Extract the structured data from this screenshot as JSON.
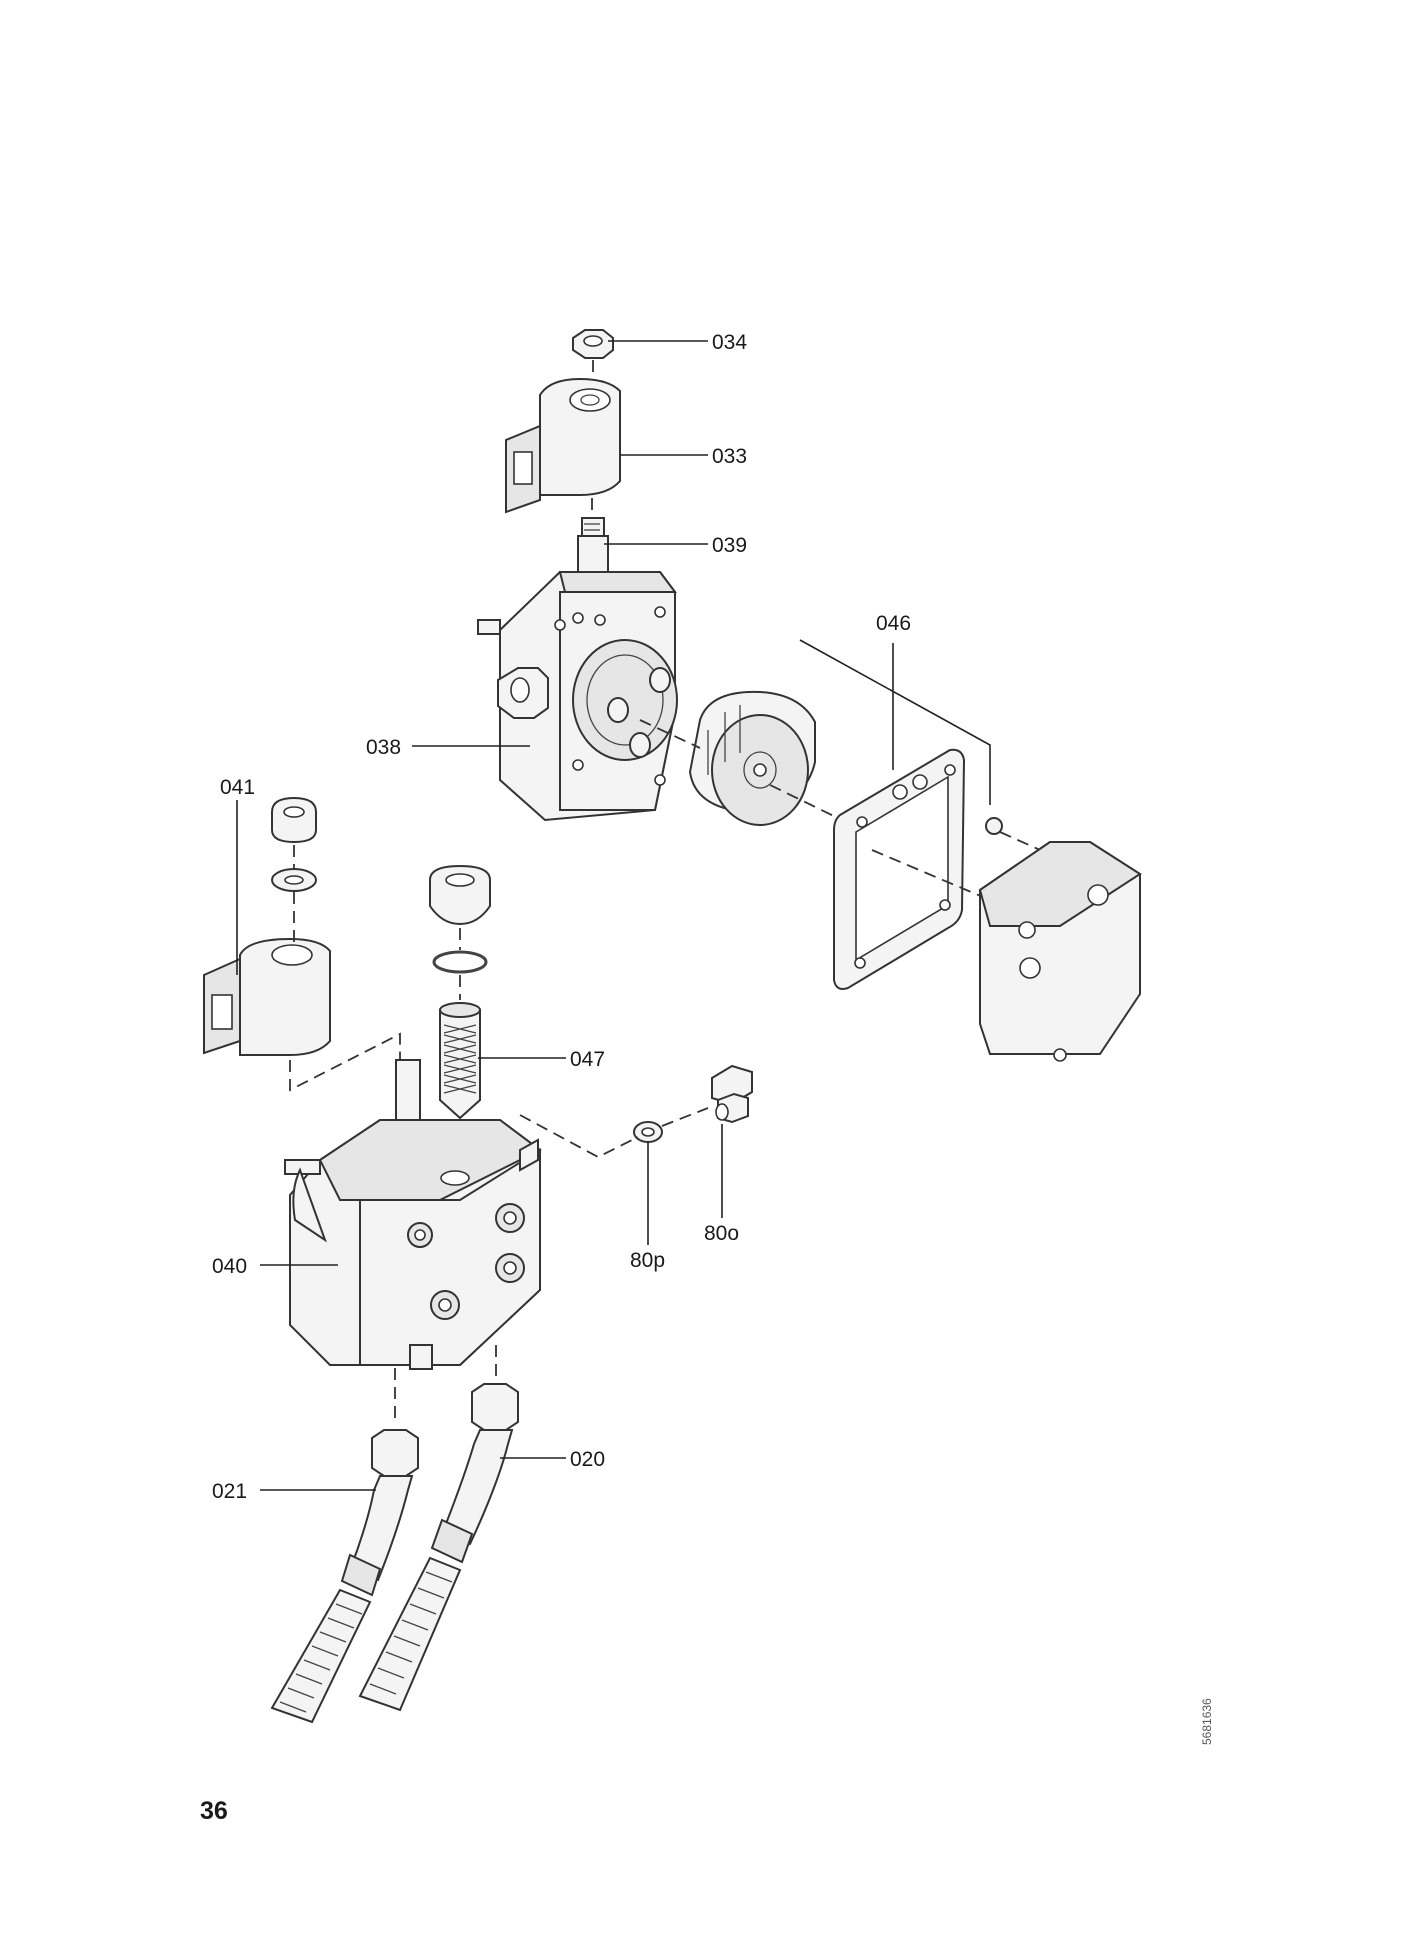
{
  "labels": {
    "p034": "034",
    "p033": "033",
    "p039": "039",
    "p046": "046",
    "p038": "038",
    "p041": "041",
    "p047": "047",
    "p040": "040",
    "p80p": "80p",
    "p80o": "80o",
    "p021": "021",
    "p020": "020"
  },
  "page_number": "36",
  "drawing_number": "5681636"
}
